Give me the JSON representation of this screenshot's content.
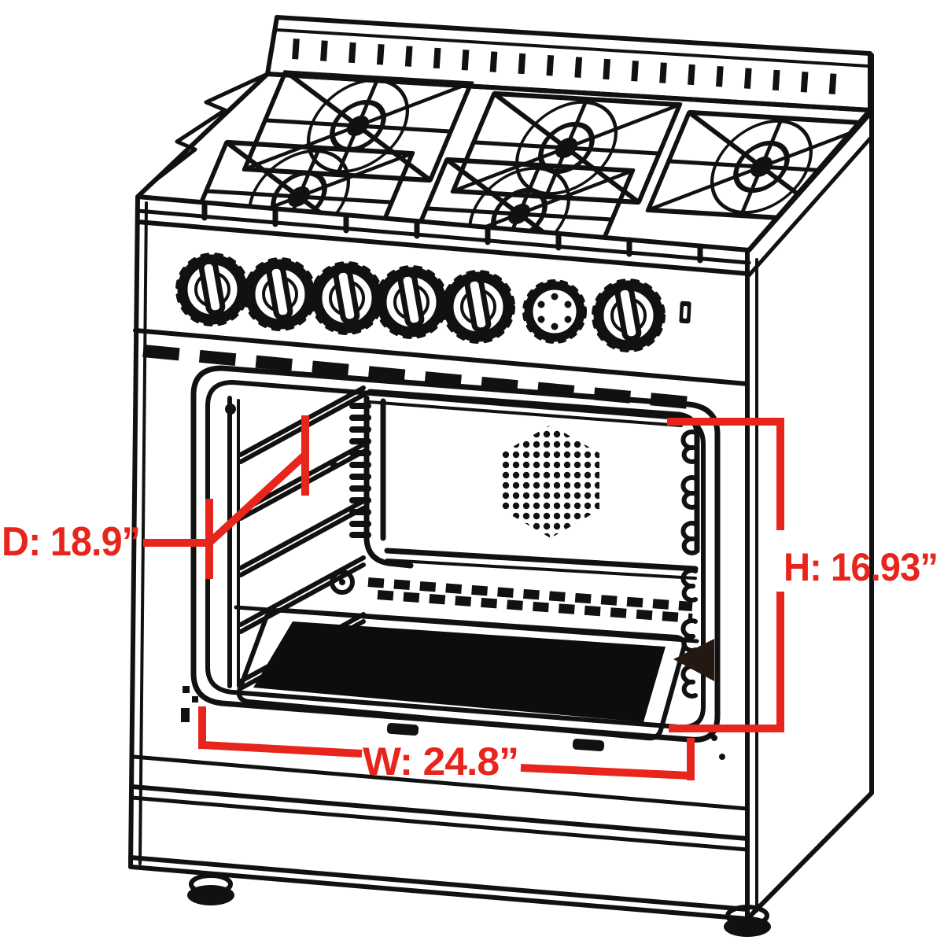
{
  "diagram": {
    "subject": "gas-range-oven-cavity-dimension-drawing",
    "background_color": "#ffffff",
    "ink_color": "#111111",
    "accent_color": "#e8251c",
    "labels": {
      "depth": "D: 18.9”",
      "height": "H: 16.93”",
      "width": "W: 24.8”"
    },
    "values": {
      "depth_inches": 18.9,
      "height_inches": 16.93,
      "width_inches": 24.8
    }
  }
}
